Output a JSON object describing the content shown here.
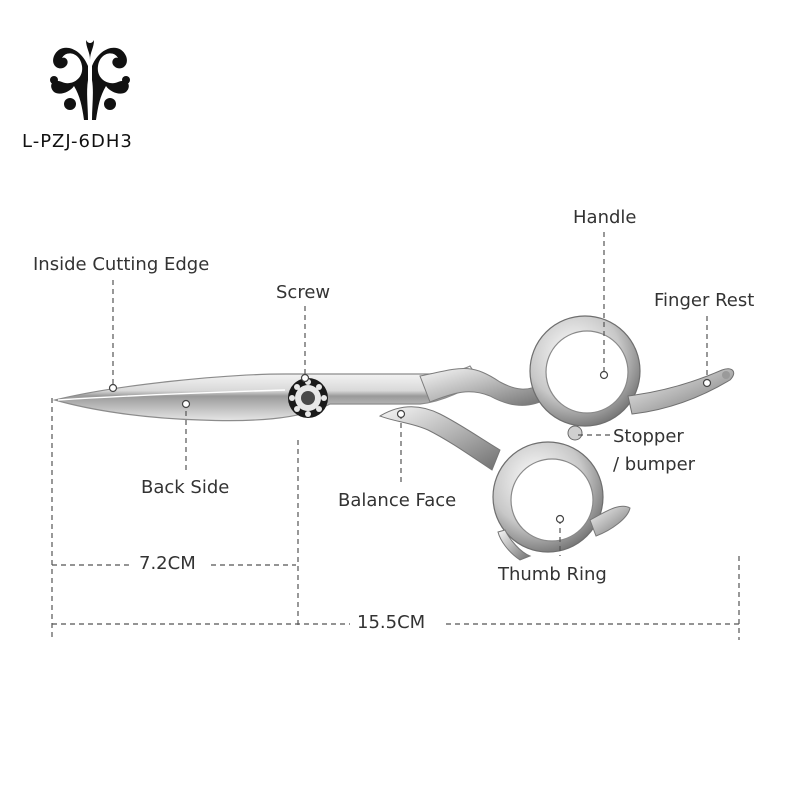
{
  "brand": {
    "model_code": "L-PZJ-6DH3",
    "logo_icon": "ornamental-flourish-logo"
  },
  "labels": {
    "inside_cutting_edge": "Inside Cutting Edge",
    "screw": "Screw",
    "handle": "Handle",
    "finger_rest": "Finger Rest",
    "stopper": "Stopper",
    "bumper": "/ bumper",
    "back_side": "Back Side",
    "balance_face": "Balance Face",
    "thumb_ring": "Thumb Ring"
  },
  "dimensions": {
    "blade_length": "7.2CM",
    "total_length": "15.5CM"
  },
  "colors": {
    "leader_line": "#555555",
    "marker_dot": "#ffffff",
    "steel_light": "#f2f2f2",
    "steel_mid": "#bfbfbf",
    "steel_dark": "#7a7a7a",
    "screw_dark": "#1a1a1a"
  }
}
